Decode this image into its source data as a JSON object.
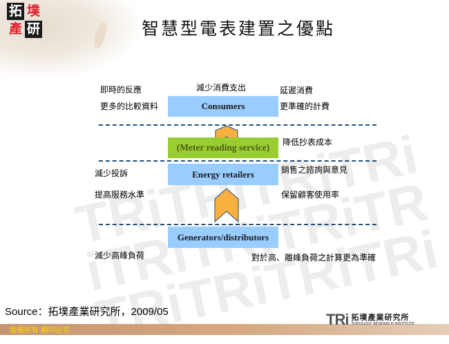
{
  "header": {
    "logo_chars": [
      "拓",
      "墣",
      "產",
      "研"
    ],
    "title": "智慧型電表建置之優點"
  },
  "diagram": {
    "boxes": {
      "consumers": "Consumers",
      "meter_reading": "(Meter reading service)",
      "energy_retailers": "Energy retailers",
      "generators": "Generators/distributors"
    },
    "consumers_labels": {
      "top_center": "減少消費支出",
      "left_1": "即時的反應",
      "left_2": "更多的比較資料",
      "right_1": "延遲消費",
      "right_2": "更準確的計費"
    },
    "meter_labels": {
      "right": "降低抄表成本"
    },
    "retailer_labels": {
      "left_1": "減少投訴",
      "left_2": "提高服務水準",
      "right_1": "銷售之諮詢與意見",
      "right_2": "保留顧客使用率"
    },
    "generator_labels": {
      "left": "減少高峰負荷",
      "right": "對於高、離峰負荷之計算更為準確"
    },
    "colors": {
      "blue_box": "#99ccff",
      "green_box": "#9acd32",
      "arrow_fill": "#f9b03f",
      "arrow_stroke": "#1f4e79",
      "dash_line": "#1f4e79"
    }
  },
  "source": "Source：拓墣產業研究所，2009/05",
  "footer": {
    "copyright": "版權所有‧翻印必究",
    "brand_mark": "TRi",
    "brand_cn": "拓墣產業研究所",
    "brand_en": "TOPOLOGY RESEARCH INSTITUTE"
  }
}
